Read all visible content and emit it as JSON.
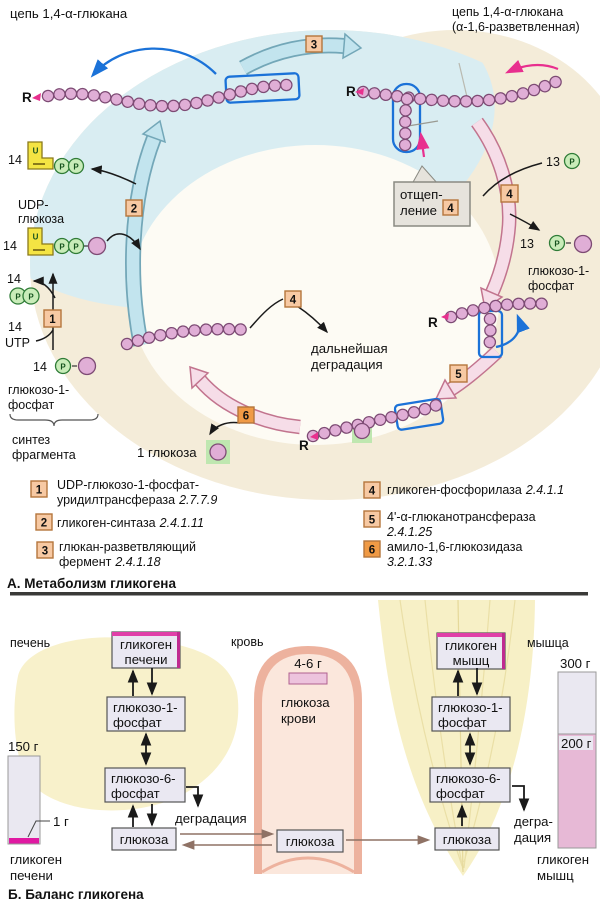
{
  "a": {
    "title_left": "цепь 1,4-α-глюкана",
    "title_right1": "цепь 1,4-α-глюкана",
    "title_right2": "(α-1,6-разветвленная)",
    "n14": "14",
    "n13": "13",
    "r": "R",
    "p": "P",
    "u": "U",
    "utp": "UTP",
    "udp1": "UDP-",
    "udp2": "глюкоза",
    "g1p1": "глюкозо-1-",
    "g1p2": "фосфат",
    "synth1": "синтез",
    "synth2": "фрагмента",
    "cleave1": "отщеп-",
    "cleave2": "ление",
    "further1": "дальнейшая",
    "further2": "деградация",
    "one_glucose": "1 глюкоза",
    "s1": "1",
    "s2": "2",
    "s3": "3",
    "s4": "4",
    "s5": "5",
    "s6": "6",
    "legend": [
      {
        "num": "1",
        "t1": "UDP-глюкозо-1-фосфат-",
        "t2": "уридилтрансфераза",
        "ec": "2.7.7.9"
      },
      {
        "num": "2",
        "t1": "гликоген-синтаза",
        "ec": "2.4.1.11"
      },
      {
        "num": "3",
        "t1": "глюкан-разветвляющий",
        "t2": "фермент",
        "ec": "2.4.1.18"
      },
      {
        "num": "4",
        "t1": "гликоген-фосфорилаза",
        "ec": "2.4.1.1"
      },
      {
        "num": "5",
        "t1": "4'-α-глюканотрансфераза",
        "ec": "2.4.1.25"
      },
      {
        "num": "6",
        "t1": "амило-1,6-глюкозидаза",
        "ec": "3.2.1.33"
      }
    ],
    "caption": "А. Метаболизм гликогена"
  },
  "b": {
    "liver": "печень",
    "blood": "кровь",
    "muscle": "мышца",
    "glycogen": "гликоген",
    "liver_gen": "печени",
    "muscle_gen": "мышц",
    "g1p1": "глюкозо-1-",
    "g1p2": "фосфат",
    "g6p1": "глюкозо-6-",
    "g6p2": "фосфат",
    "glucose": "глюкоза",
    "blood_amount": "4-6 г",
    "blood_gl1": "глюкоза",
    "blood_gl2": "крови",
    "degradation": "деградация",
    "degr1": "дегра-",
    "degr2": "дация",
    "bar_liver_total": "150 г",
    "bar_liver_min": "1 г",
    "bar_muscle_total": "300 г",
    "bar_muscle_mid": "200 г",
    "caption": "Б. Баланс гликогена"
  }
}
